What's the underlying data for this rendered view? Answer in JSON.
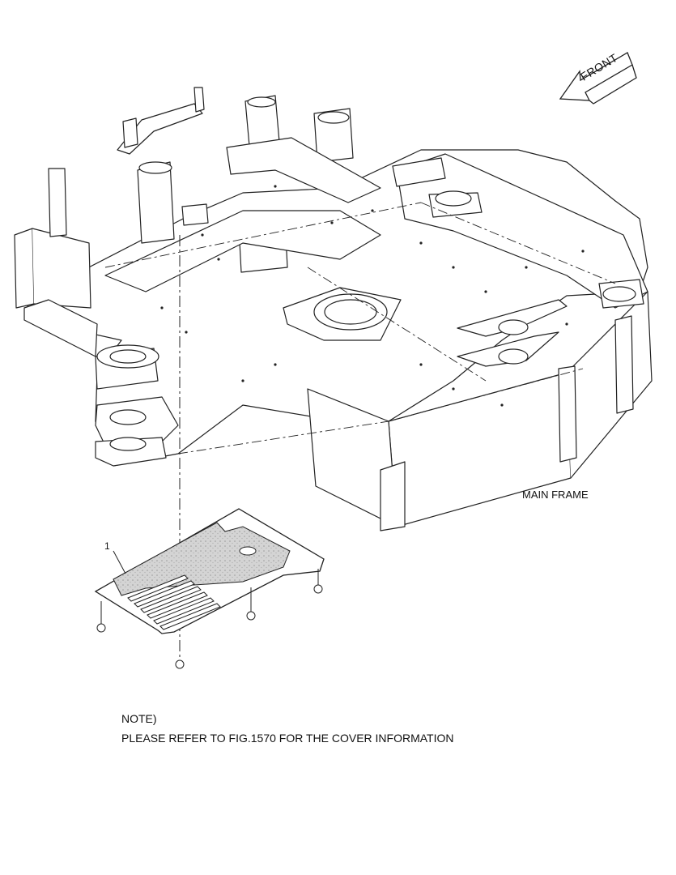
{
  "labels": {
    "front": "FRONT",
    "main_frame": "MAIN FRAME",
    "callout_1": "1"
  },
  "note": {
    "title": "NOTE)",
    "text": "PLEASE REFER TO FIG.1570 FOR THE COVER INFORMATION"
  },
  "colors": {
    "line": "#222222",
    "fill": "#ffffff",
    "plate_hatch": "#c8c8c8"
  }
}
